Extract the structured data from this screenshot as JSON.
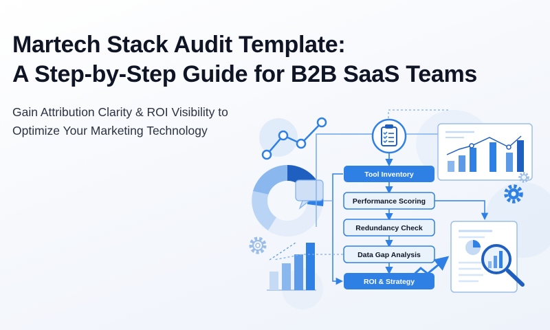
{
  "header": {
    "title_line1": "Martech Stack Audit Template:",
    "title_line2": "A Step-by-Step Guide for B2B SaaS Teams",
    "subtitle_line1": "Gain Attribution Clarity & ROI Visibility to",
    "subtitle_line2": "Optimize Your Marketing Technology"
  },
  "flow": {
    "steps": [
      "Tool Inventory",
      "Performance Scoring",
      "Redundancy Check",
      "Data Gap Analysis",
      "ROI & Strategy"
    ]
  },
  "icons": [
    "clipboard-checklist-icon",
    "line-chart-icon",
    "pie-gauge-icon",
    "speech-bubble-icon",
    "gear-icon",
    "bar-chart-icon",
    "report-document-icon",
    "magnifier-icon",
    "trend-arrow-icon"
  ],
  "colors": {
    "accent": "#2f80e4",
    "dark_blue": "#1f5fbf",
    "light_blue": "#d6e6fa",
    "title": "#0f1525"
  }
}
